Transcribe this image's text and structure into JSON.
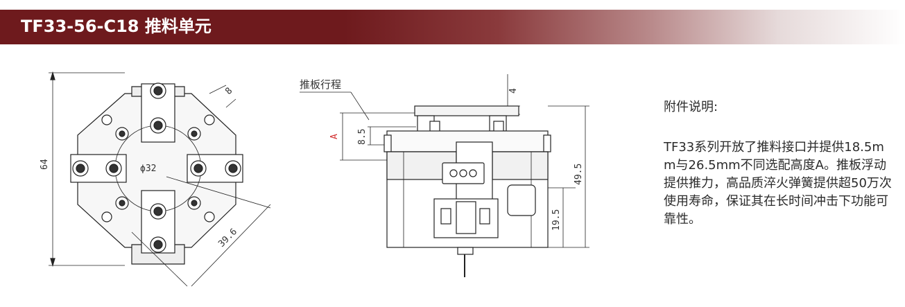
{
  "header": {
    "title": "TF33-56-C18 推料单元"
  },
  "top_view": {
    "dim_overall_height": "64",
    "dim_diameter": "ϕ32",
    "dim_diagonal": "39.6",
    "dim_corner": "8"
  },
  "side_view": {
    "label_push_stroke": "推板行程",
    "dim_top": "4",
    "dim_a": "A",
    "dim_stroke": "8.5",
    "dim_total_height": "49.5",
    "dim_lower_height": "19.5"
  },
  "description": {
    "heading": "附件说明:",
    "body": "TF33系列开放了推料接口并提供18.5mm与26.5mm不同选配高度A。推板浮动提供推力，高品质淬火弹簧提供超50万次使用寿命，保证其在长时间冲击下功能可靠性。"
  },
  "colors": {
    "header_brand": "#6e1a1d",
    "dim_red": "#d23030"
  }
}
